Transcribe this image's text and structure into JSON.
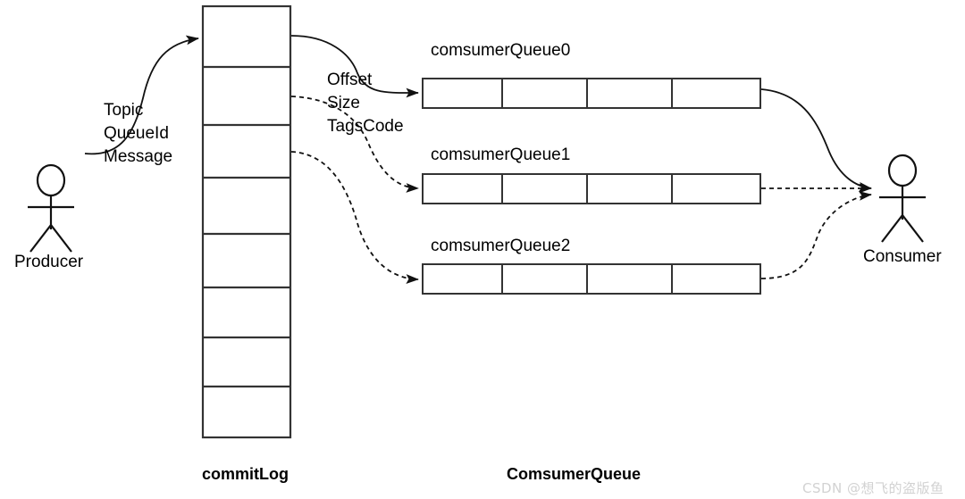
{
  "diagram": {
    "title_hidden": "RocketMQ commitLog to ComsumerQueue dispatch",
    "colors": {
      "stroke": "#1a1a1a",
      "box_fill": "#ffffff",
      "text": "#000000",
      "watermark": "#d2d2d2"
    },
    "actors": [
      {
        "id": "producer",
        "label": "Producer"
      },
      {
        "id": "consumer",
        "label": "Consumer"
      }
    ],
    "flow_labels": {
      "producer_to_commitlog": [
        "Topic",
        "QueueId",
        "Message"
      ],
      "commitlog_to_queues": [
        "Offset",
        "Size",
        "TagsCode"
      ]
    },
    "commit_log": {
      "caption": "commitLog",
      "cell_count": 8,
      "cells": [
        "",
        "",
        "",
        "",
        "",
        "",
        "",
        ""
      ]
    },
    "consumer_queues": {
      "caption": "ComsumerQueue",
      "queues": [
        {
          "label": "comsumerQueue0",
          "cell_count": 4,
          "cells": [
            "",
            "",
            "",
            ""
          ]
        },
        {
          "label": "comsumerQueue1",
          "cell_count": 4,
          "cells": [
            "",
            "",
            "",
            ""
          ]
        },
        {
          "label": "comsumerQueue2",
          "cell_count": 4,
          "cells": [
            "",
            "",
            "",
            ""
          ]
        }
      ]
    },
    "watermark": "CSDN @想飞的盗版鱼"
  }
}
